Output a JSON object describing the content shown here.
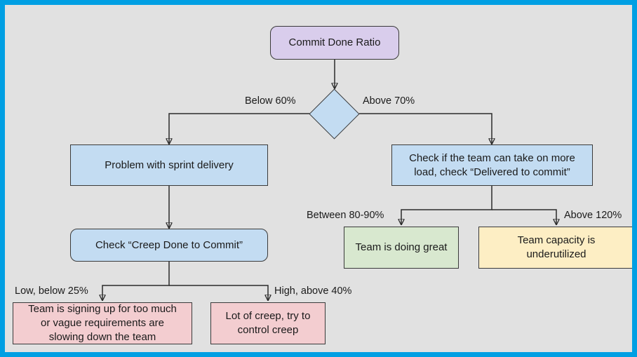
{
  "diagram": {
    "title": "Commit Done Ratio decision flowchart",
    "frame_color": "#009fe3",
    "background_color": "#e1e1e1",
    "nodes": {
      "root": {
        "label": "Commit Done Ratio",
        "shape": "rounded-rect",
        "color": "#d9cdec"
      },
      "decision": {
        "label": "",
        "shape": "diamond",
        "color": "#c3dcf2"
      },
      "problem_sprint": {
        "label": "Problem with sprint delivery",
        "shape": "rect",
        "color": "#c3dcf2"
      },
      "check_more_load_line1": "Check if the team can take on more",
      "check_more_load_line2": "load, check “Delivered to commit”",
      "check_creep": {
        "label": "Check “Creep Done to Commit”",
        "shape": "rounded-rect",
        "color": "#c3dcf2"
      },
      "team_great": {
        "label": "Team is doing great",
        "shape": "rect",
        "color": "#d8e8cf"
      },
      "capacity_line1": "Team capacity is",
      "capacity_line2": "underutilized",
      "signing_line1": "Team is signing up for too much",
      "signing_line2": "or vague requirements are",
      "signing_line3": "slowing down the team",
      "creep_line1": "Lot of creep, try to",
      "creep_line2": "control creep"
    },
    "edge_labels": {
      "below_60": "Below 60%",
      "above_70": "Above 70%",
      "between_80_90": "Between 80-90%",
      "above_120": "Above 120%",
      "low_below_25": "Low, below 25%",
      "high_above_40": "High, above 40%"
    }
  }
}
